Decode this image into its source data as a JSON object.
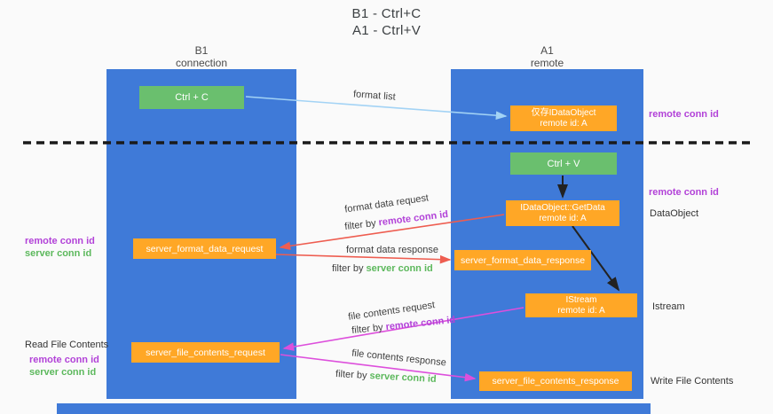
{
  "title": {
    "line1": "B1 - Ctrl+C",
    "line2": "A1 - Ctrl+V"
  },
  "lanes": {
    "left": {
      "name": "B1",
      "role": "connection"
    },
    "right": {
      "name": "A1",
      "role": "remote"
    }
  },
  "nodes": {
    "ctrl_c": {
      "label": "Ctrl + C"
    },
    "ctrl_v": {
      "label": "Ctrl + V"
    },
    "idataobject_cache": {
      "line1": "仅存IDataObject",
      "line2": "remote id: A"
    },
    "getdata": {
      "line1": "IDataObject::GetData",
      "line2": "remote id: A"
    },
    "istream": {
      "line1": "IStream",
      "line2": "remote id: A"
    },
    "format_request": {
      "label": "server_format_data_request"
    },
    "format_response": {
      "label": "server_format_data_response"
    },
    "file_request": {
      "label": "server_file_contents_request"
    },
    "file_response": {
      "label": "server_file_contents_response"
    }
  },
  "flow_labels": {
    "format_list": "format list",
    "format_data_request": "format data request",
    "format_data_response": "format data response",
    "file_contents_request": "file contents request",
    "file_contents_response": "file contents response",
    "filter_by": "filter by",
    "remote_conn_id": "remote conn id",
    "server_conn_id": "server conn id"
  },
  "annotations": {
    "dataobject": "DataObject",
    "istream": "Istream",
    "read_file_contents": "Read File Contents",
    "write_file_contents": "Write File Contents"
  },
  "colors": {
    "lane_blue": "#3F7AD8",
    "node_green": "#6ABF6E",
    "node_orange": "#FFA726",
    "arrow_blue": "#A3D3F5",
    "arrow_red": "#EE5D50",
    "arrow_magenta": "#DD4FDC",
    "arrow_black": "#222222",
    "text_purple": "#B242D8",
    "text_green": "#5CB85C"
  }
}
